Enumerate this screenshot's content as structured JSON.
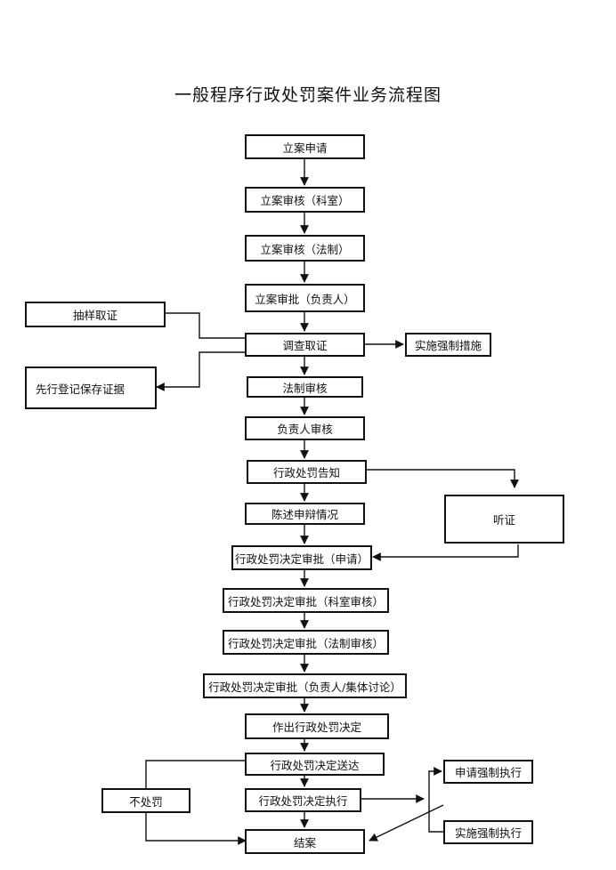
{
  "title": "一般程序行政处罚案件业务流程图",
  "nodes": {
    "n1": "立案申请",
    "n2": "立案审核（科室）",
    "n3": "立案审核（法制）",
    "n4": "立案审批（负责人）",
    "n5": "调查取证",
    "n6": "法制审核",
    "n7": "负责人审核",
    "n8": "行政处罚告知",
    "n9": "陈述申辩情况",
    "n10": "行政处罚决定审批（申请）",
    "n11": "行政处罚决定审批（科室审核）",
    "n12": "行政处罚决定审批（法制审核）",
    "n13": "行政处罚决定审批（负责人/集体讨论）",
    "n14": "作出行政处罚决定",
    "n15": "行政处罚决定送达",
    "n16": "行政处罚决定执行",
    "n17": "结案",
    "sample": "抽样取证",
    "preserve": "先行登记保存证据",
    "enforce_measure": "实施强制措施",
    "hearing": "听证",
    "no_penalty": "不处罚",
    "apply_enforce": "申请强制执行",
    "implement_enforce": "实施强制执行"
  }
}
